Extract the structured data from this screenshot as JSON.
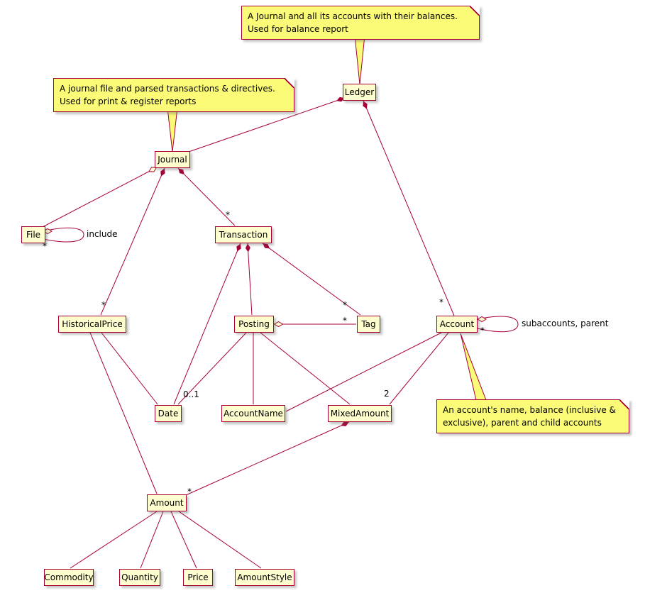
{
  "diagram": {
    "type": "uml-class-diagram",
    "classes": [
      {
        "label": "Ledger"
      },
      {
        "label": "Journal"
      },
      {
        "label": "File"
      },
      {
        "label": "Transaction"
      },
      {
        "label": "HistoricalPrice"
      },
      {
        "label": "Posting"
      },
      {
        "label": "Tag"
      },
      {
        "label": "Account"
      },
      {
        "label": "Date"
      },
      {
        "label": "AccountName"
      },
      {
        "label": "MixedAmount"
      },
      {
        "label": "Amount"
      },
      {
        "label": "Commodity"
      },
      {
        "label": "Quantity"
      },
      {
        "label": "Price"
      },
      {
        "label": "AmountStyle"
      }
    ],
    "notes": [
      {
        "lines": [
          "A Journal and all its accounts with their balances.",
          "Used for balance report"
        ],
        "attached_to": "Ledger"
      },
      {
        "lines": [
          "A journal file and parsed transactions & directives.",
          "Used for print & register reports"
        ],
        "attached_to": "Journal"
      },
      {
        "lines": [
          "An account's name, balance (inclusive &",
          "exclusive), parent and child accounts"
        ],
        "attached_to": "Account"
      }
    ],
    "edge_labels": [
      {
        "text": "include"
      },
      {
        "text": "*"
      },
      {
        "text": "*"
      },
      {
        "text": "*"
      },
      {
        "text": "*"
      },
      {
        "text": "*"
      },
      {
        "text": "*"
      },
      {
        "text": "*"
      },
      {
        "text": "subaccounts, parent"
      },
      {
        "text": "0..1"
      },
      {
        "text": "2"
      },
      {
        "text": "*"
      }
    ],
    "edges": [
      {
        "from": "Ledger",
        "to": "Journal",
        "type": "composition"
      },
      {
        "from": "Ledger",
        "to": "Account",
        "type": "composition",
        "multiplicity": "*"
      },
      {
        "from": "Journal",
        "to": "File",
        "type": "aggregation"
      },
      {
        "from": "File",
        "to": "File",
        "type": "self-loop",
        "label": "include",
        "multiplicity": "*"
      },
      {
        "from": "Journal",
        "to": "Transaction",
        "type": "composition",
        "multiplicity": "*"
      },
      {
        "from": "Journal",
        "to": "HistoricalPrice",
        "type": "composition",
        "multiplicity": "*"
      },
      {
        "from": "Transaction",
        "to": "Posting",
        "type": "composition"
      },
      {
        "from": "Transaction",
        "to": "Tag",
        "type": "composition",
        "multiplicity": "*"
      },
      {
        "from": "Transaction",
        "to": "Date",
        "type": "composition"
      },
      {
        "from": "Posting",
        "to": "Tag",
        "type": "aggregation",
        "multiplicity": "*"
      },
      {
        "from": "Posting",
        "to": "Date",
        "type": "association",
        "multiplicity": "0..1"
      },
      {
        "from": "Posting",
        "to": "AccountName",
        "type": "association"
      },
      {
        "from": "Posting",
        "to": "MixedAmount",
        "type": "association"
      },
      {
        "from": "Account",
        "to": "Account",
        "type": "self-loop",
        "label": "subaccounts, parent",
        "multiplicity": "*"
      },
      {
        "from": "Account",
        "to": "AccountName",
        "type": "association"
      },
      {
        "from": "Account",
        "to": "MixedAmount",
        "type": "association",
        "multiplicity": "2"
      },
      {
        "from": "MixedAmount",
        "to": "Amount",
        "type": "composition",
        "multiplicity": "*"
      },
      {
        "from": "HistoricalPrice",
        "to": "Date",
        "type": "association"
      },
      {
        "from": "HistoricalPrice",
        "to": "Amount",
        "type": "association"
      },
      {
        "from": "Amount",
        "to": "Commodity",
        "type": "association"
      },
      {
        "from": "Amount",
        "to": "Quantity",
        "type": "association"
      },
      {
        "from": "Amount",
        "to": "Price",
        "type": "association"
      },
      {
        "from": "Amount",
        "to": "AmountStyle",
        "type": "association"
      }
    ],
    "colors": {
      "line": "#A80036",
      "class_fill": "#FEFECE",
      "note_fill": "#FBFB77",
      "background": "#FFFFFF"
    }
  }
}
